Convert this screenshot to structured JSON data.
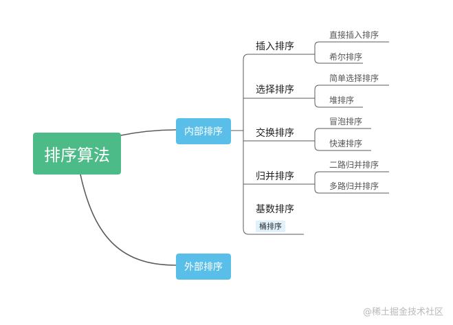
{
  "diagram": {
    "root": {
      "label": "排序算法",
      "color": "#4dbb87"
    },
    "branches": [
      {
        "label": "内部排序",
        "color": "#59bfe9"
      },
      {
        "label": "外部排序",
        "color": "#59bfe9"
      }
    ],
    "internal_groups": [
      {
        "label": "插入排序",
        "children": [
          "直接插入排序",
          "希尔排序"
        ]
      },
      {
        "label": "选择排序",
        "children": [
          "简单选择排序",
          "堆排序"
        ]
      },
      {
        "label": "交换排序",
        "children": [
          "冒泡排序",
          "快速排序"
        ]
      },
      {
        "label": "归并排序",
        "children": [
          "二路归并排序",
          "多路归并排序"
        ]
      },
      {
        "label": "基数排序",
        "tag": "桶排序",
        "children": []
      }
    ]
  },
  "watermark": "@稀土掘金技术社区"
}
